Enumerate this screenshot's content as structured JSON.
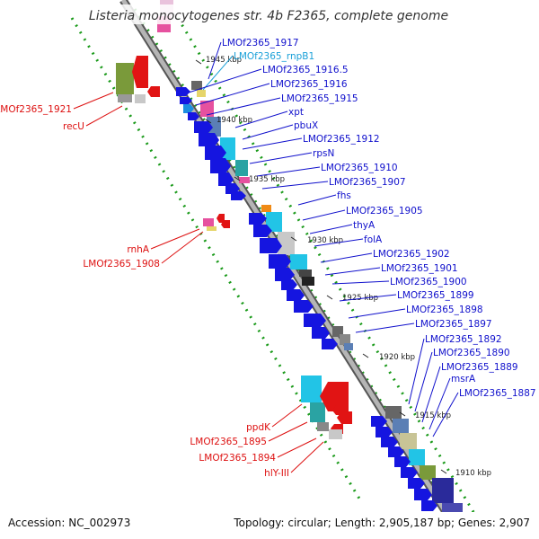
{
  "title": "Listeria monocytogenes str. 4b F2365, complete genome",
  "footer": {
    "accession": "Accession: NC_002973",
    "summary": "Topology: circular; Length: 2,905,187 bp; Genes: 2,907"
  },
  "colors": {
    "forward_label": "#1010cc",
    "reverse_label": "#dd1010",
    "cyan_label": "#1aa0d8",
    "backbone": "#8c8c8c",
    "dotted_guide": "#1a9a1a"
  },
  "kbp_ticks": [
    "1945 kbp",
    "1940 kbp",
    "1935 kbp",
    "1930 kbp",
    "1925 kbp",
    "1920 kbp",
    "1915 kbp",
    "1910 kbp"
  ],
  "forward_genes": [
    {
      "label": "LMOf2365_1917",
      "color": "blue"
    },
    {
      "label": "LMOf2365_rnpB1",
      "color": "cyan"
    },
    {
      "label": "LMOf2365_1916.5",
      "color": "blue"
    },
    {
      "label": "LMOf2365_1916",
      "color": "blue"
    },
    {
      "label": "LMOf2365_1915",
      "color": "blue"
    },
    {
      "label": "xpt",
      "color": "blue"
    },
    {
      "label": "pbuX",
      "color": "blue"
    },
    {
      "label": "LMOf2365_1912",
      "color": "blue"
    },
    {
      "label": "rpsN",
      "color": "blue"
    },
    {
      "label": "LMOf2365_1910",
      "color": "blue"
    },
    {
      "label": "LMOf2365_1907",
      "color": "blue"
    },
    {
      "label": "fhs",
      "color": "blue"
    },
    {
      "label": "LMOf2365_1905",
      "color": "blue"
    },
    {
      "label": "thyA",
      "color": "blue"
    },
    {
      "label": "folA",
      "color": "blue"
    },
    {
      "label": "LMOf2365_1902",
      "color": "blue"
    },
    {
      "label": "LMOf2365_1901",
      "color": "blue"
    },
    {
      "label": "LMOf2365_1900",
      "color": "blue"
    },
    {
      "label": "LMOf2365_1899",
      "color": "blue"
    },
    {
      "label": "LMOf2365_1898",
      "color": "blue"
    },
    {
      "label": "LMOf2365_1897",
      "color": "blue"
    },
    {
      "label": "LMOf2365_1892",
      "color": "blue"
    },
    {
      "label": "LMOf2365_1890",
      "color": "blue"
    },
    {
      "label": "LMOf2365_1889",
      "color": "blue"
    },
    {
      "label": "msrA",
      "color": "blue"
    },
    {
      "label": "LMOf2365_1887",
      "color": "blue"
    }
  ],
  "reverse_genes": [
    {
      "label": "LMOf2365_1921"
    },
    {
      "label": "recU"
    },
    {
      "label": "rnhA"
    },
    {
      "label": "LMOf2365_1908"
    },
    {
      "label": "ppdK"
    },
    {
      "label": "LMOf2365_1895"
    },
    {
      "label": "LMOf2365_1894"
    },
    {
      "label": "hlY-III"
    }
  ]
}
